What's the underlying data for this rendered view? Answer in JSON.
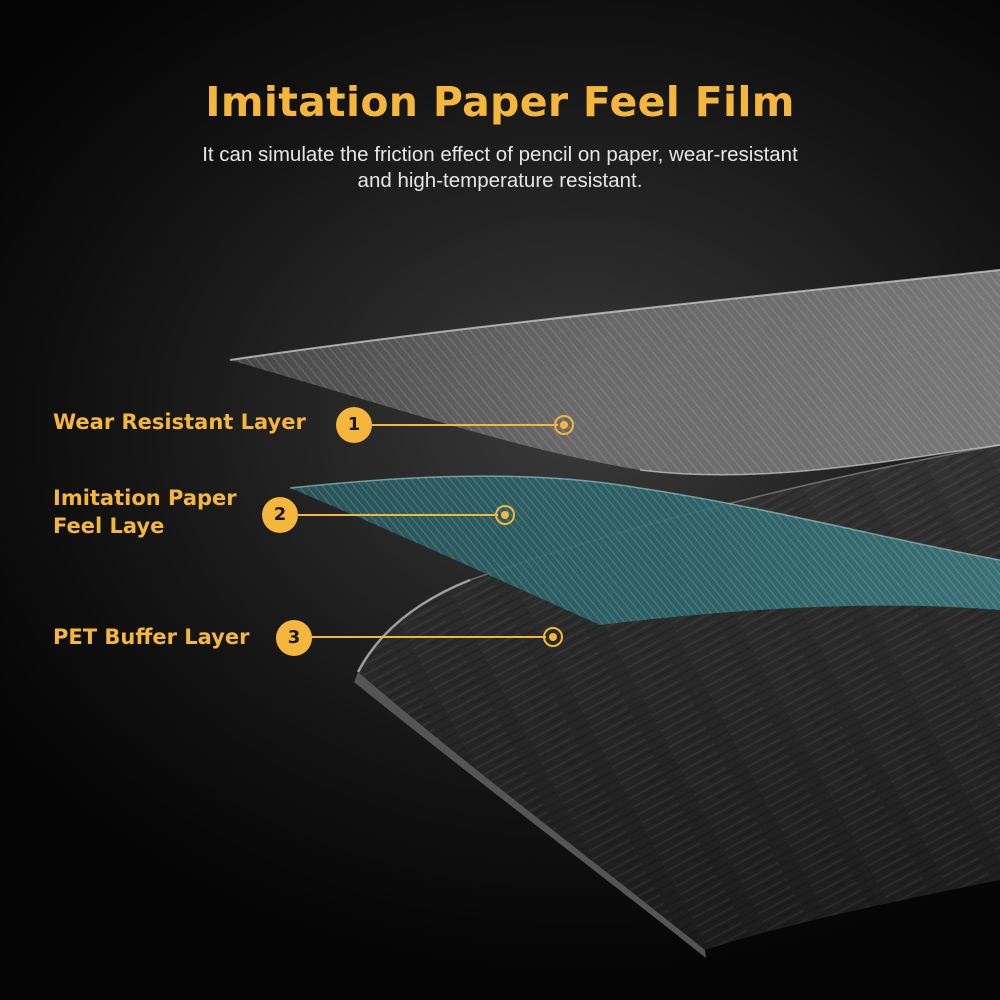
{
  "header": {
    "title": "Imitation Paper Feel Film",
    "subtitle_line1": "It can simulate the friction effect of pencil on paper, wear-resistant",
    "subtitle_line2": "and high-temperature resistant."
  },
  "layers": [
    {
      "number": "1",
      "label": "Wear Resistant Layer"
    },
    {
      "number": "2",
      "label_line1": "Imitation Paper",
      "label_line2": "Feel Laye"
    },
    {
      "number": "3",
      "label": "PET Buffer Layer"
    }
  ],
  "colors": {
    "accent": "#f5b73b",
    "background": "#1a1a1a",
    "paper_layer": "#2f6a70",
    "text": "#e6e6e6"
  }
}
